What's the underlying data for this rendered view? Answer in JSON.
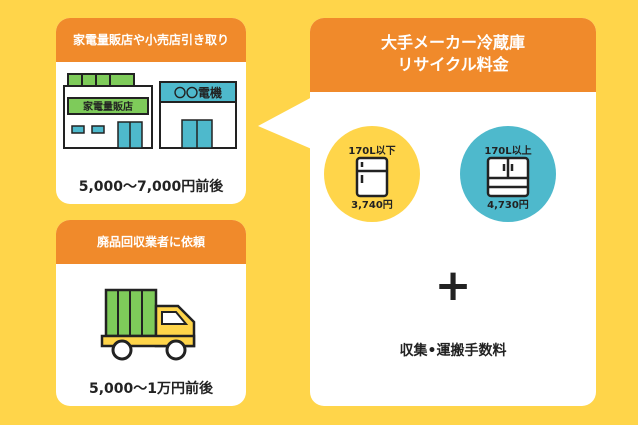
{
  "store_card": {
    "title": "家電量販店や小売店引き取り",
    "big_store_sign": "家電量販店",
    "small_store_sign": "〇〇電機",
    "price": "5,000〜7,000円前後"
  },
  "junk_card": {
    "title": "廃品回収業者に依頼",
    "price": "5,000〜1万円前後"
  },
  "fee_card": {
    "title_line1": "大手メーカー冷蔵庫",
    "title_line2": "リサイクル料金",
    "small_fridge": {
      "capacity": "170L以下",
      "price": "3,740円"
    },
    "large_fridge": {
      "capacity": "170L以上",
      "price": "4,730円"
    },
    "plus": "+",
    "extra_note": "収集•運搬手数料"
  },
  "colors": {
    "background": "#FFD54A",
    "header": "#F08A2B",
    "store_green": "#7ECB5A",
    "sign_blue": "#4EB9CC",
    "fridge_large_circle": "#4EB9CC",
    "fridge_small_circle": "#FFD54A"
  }
}
